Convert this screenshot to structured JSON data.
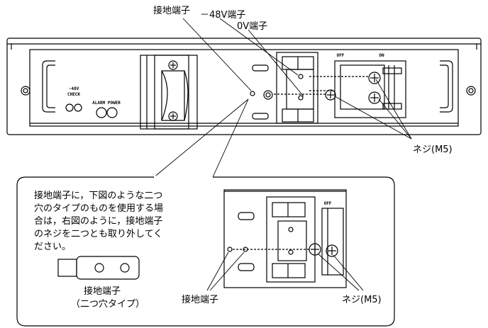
{
  "top_labels": {
    "ground": "接地端子",
    "minus48": "－48V端子",
    "zero_v": "0V端子",
    "screw": "ネジ(M5)"
  },
  "panel_text": {
    "check_line1": "-48V",
    "check_line2": "CHECK",
    "alarm": "ALARM POWER",
    "off": "OFF",
    "on": "ON"
  },
  "note": {
    "lines": [
      "接地端子に，下図のような二つ",
      "穴のタイプのものを使用する場",
      "合は，右図のように，接地端子",
      "のネジを二つとも取り外してく",
      "ださい。"
    ]
  },
  "terminal_caption": {
    "line1": "接地端子",
    "line2": "（二つ穴タイプ）"
  },
  "detail_labels": {
    "ground": "接地端子",
    "screw": "ネジ(M5)",
    "off": "OFF"
  },
  "colors": {
    "line": "#000000",
    "background": "#ffffff"
  }
}
